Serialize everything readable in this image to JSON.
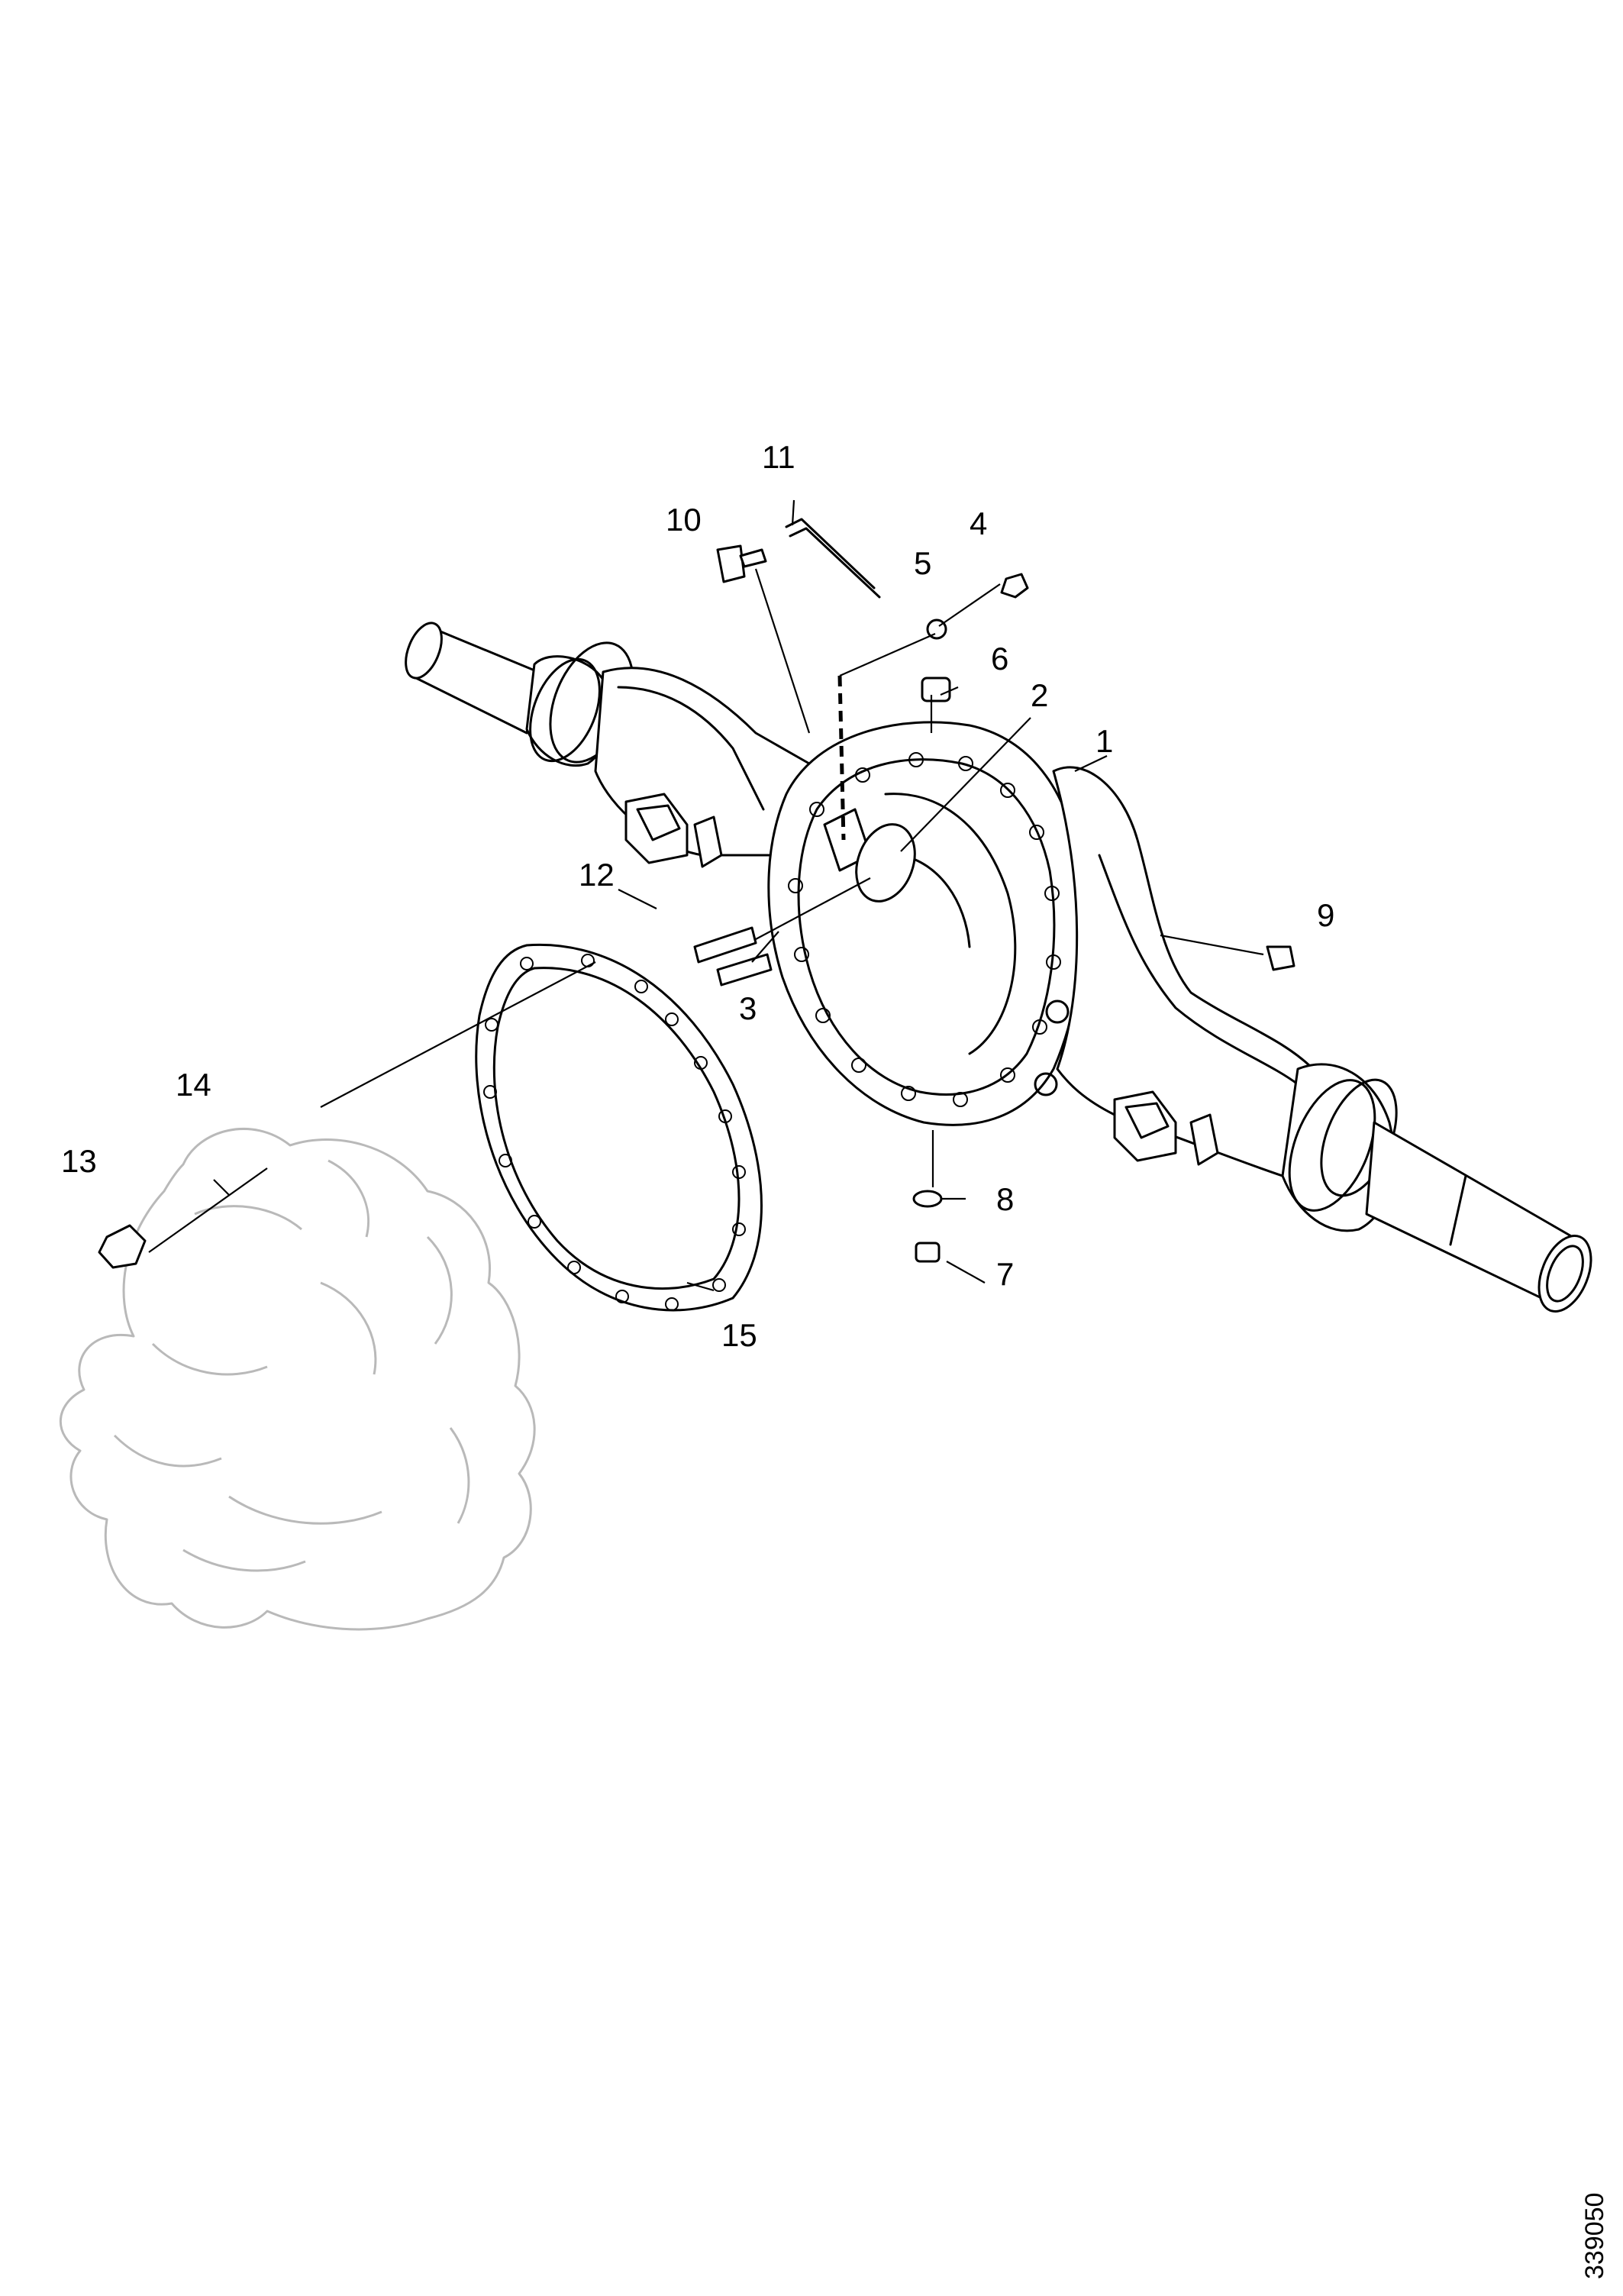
{
  "diagram": {
    "reference_id": "339050",
    "callouts": [
      {
        "id": "c1",
        "label": "1"
      },
      {
        "id": "c2",
        "label": "2"
      },
      {
        "id": "c3",
        "label": "3"
      },
      {
        "id": "c4",
        "label": "4"
      },
      {
        "id": "c5",
        "label": "5"
      },
      {
        "id": "c6",
        "label": "6"
      },
      {
        "id": "c7",
        "label": "7"
      },
      {
        "id": "c8",
        "label": "8"
      },
      {
        "id": "c9",
        "label": "9"
      },
      {
        "id": "c10",
        "label": "10"
      },
      {
        "id": "c11",
        "label": "11"
      },
      {
        "id": "c12",
        "label": "12"
      },
      {
        "id": "c13",
        "label": "13"
      },
      {
        "id": "c14",
        "label": "14"
      },
      {
        "id": "c15",
        "label": "15"
      }
    ]
  }
}
